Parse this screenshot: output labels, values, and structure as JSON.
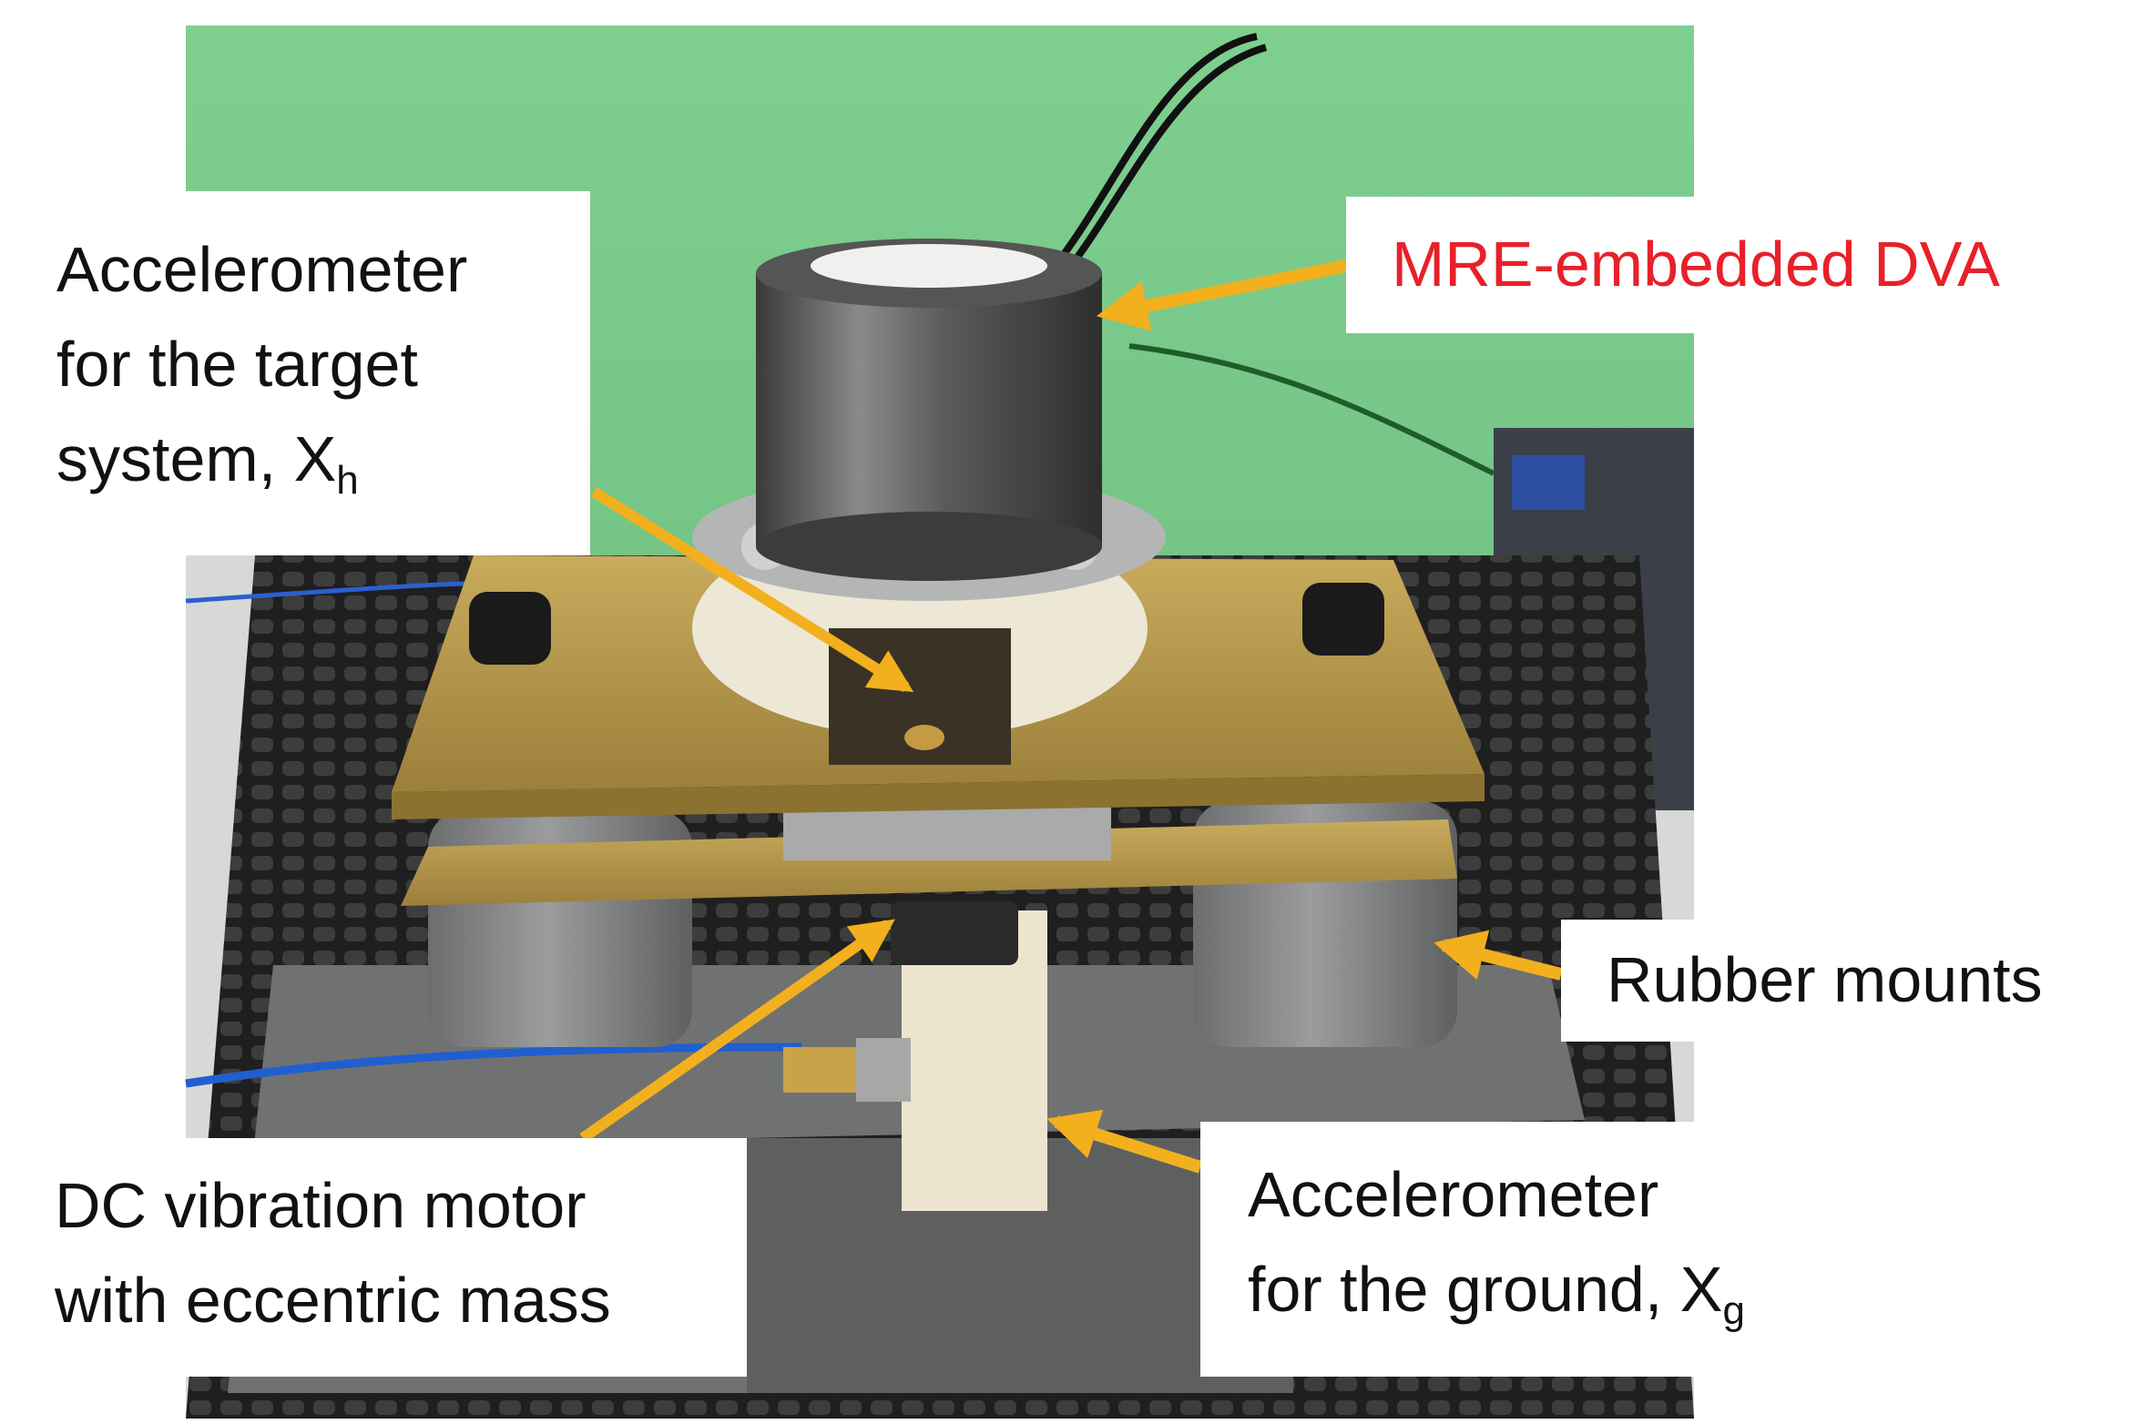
{
  "labels": {
    "target": {
      "line1": "Accelerometer",
      "line2": "for the target",
      "line3": "system, X",
      "sub": "h"
    },
    "dva": {
      "text": "MRE-embedded DVA"
    },
    "rubber": {
      "text": "Rubber mounts"
    },
    "ground": {
      "line1": "Accelerometer",
      "line2": "for the ground, X",
      "sub": "g"
    },
    "motor": {
      "line1": "DC vibration motor",
      "line2": "with eccentric mass"
    }
  },
  "colors": {
    "background_green": "#78c98a",
    "arrow": "#f2b01e",
    "dva_label": "#e8202a",
    "brass_plate": "#b89a4e",
    "cylinder": "#4a4a4a",
    "rubber_mount": "#7d7f80",
    "mat": "#2a2a2a",
    "base_plate": "#6e6e6e"
  }
}
